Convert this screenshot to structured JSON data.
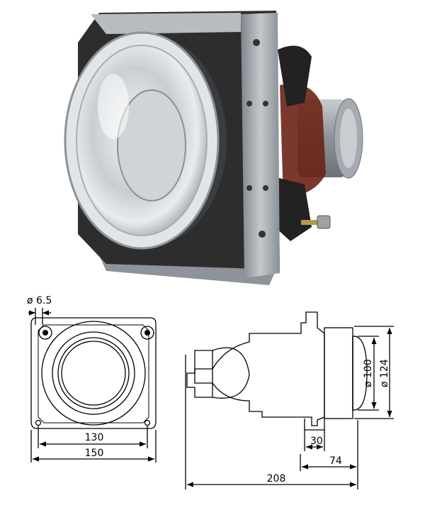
{
  "photo": {
    "caption": ""
  },
  "front_view": {
    "hole_diameter": "ø 6.5",
    "inner_width": "130",
    "outer_width": "150"
  },
  "side_view": {
    "lens_diameter": "ø 100",
    "housing_diameter": "ø 124",
    "flange_offset": "30",
    "front_depth": "74",
    "total_depth": "208"
  },
  "colors": {
    "line": "#000000",
    "metal": "#9ea3a8",
    "bracket_dark": "#2a2a2a",
    "lens": "#d8dde2",
    "connector_red": "#7a2a1a"
  }
}
